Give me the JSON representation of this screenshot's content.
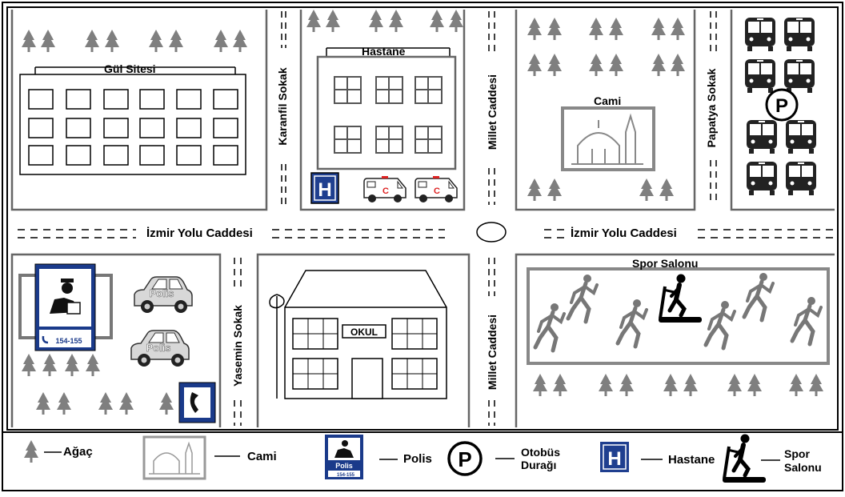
{
  "map": {
    "streets": {
      "izmir_yolu_left": "İzmir Yolu Caddesi",
      "izmir_yolu_right": "İzmir Yolu Caddesi",
      "karanfil": "Karanfil Sokak",
      "millet_top": "Millet Caddesi",
      "millet_bottom": "Millet Caddesi",
      "papatya": "Papatya Sokak",
      "yasemin": "Yasemin Sokak"
    },
    "places": {
      "gul_sitesi": "Gül Sitesi",
      "hastane": "Hastane",
      "cami": "Cami",
      "spor_salonu": "Spor Salonu",
      "okul": "OKUL",
      "polis_car_1": "Polis",
      "polis_car_2": "Polis",
      "police_sign": "Polis",
      "police_phone": "154-155",
      "parking_letter": "P",
      "hospital_letter": "H"
    }
  },
  "legend": {
    "tree": "Ağaç",
    "mosque": "Cami",
    "police": "Polis",
    "bus_stop_line1": "Otobüs",
    "bus_stop_line2": "Durağı",
    "hospital": "Hastane",
    "gym_line1": "Spor",
    "gym_line2": "Salonu",
    "police_sign": "Polis",
    "police_phone": "154-155",
    "parking_letter": "P",
    "hospital_letter": "H"
  },
  "colors": {
    "police_blue": "#1a3a8a",
    "tree_gray": "#808080",
    "road_line": "#000000"
  }
}
